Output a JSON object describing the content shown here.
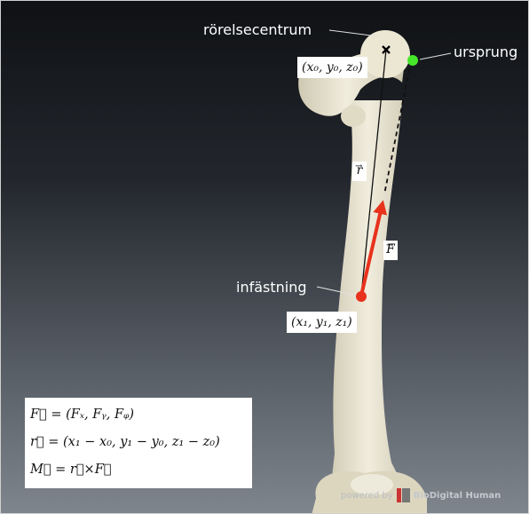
{
  "labels": {
    "center_of_motion": "rörelsecentrum",
    "origin": "ursprung",
    "insertion": "infästning"
  },
  "coordinates": {
    "center": "(x₀, y₀, z₀)",
    "insertion": "(x₁, y₁, z₁)"
  },
  "vectors": {
    "r": "r",
    "F": "F",
    "arrow": "→"
  },
  "formulas": {
    "force": "F⃗ = (Fₓ, Fᵧ, Fᵩ)",
    "position": "r⃗ = (x₁ − x₀, y₁ − y₀, z₁ − z₀)",
    "moment": "M⃗ = r⃗×F⃗"
  },
  "watermark": {
    "prefix": "powered by",
    "brand": "BioDigital Human"
  },
  "colors": {
    "force_arrow": "#e8321c",
    "origin_point": "#46e62a",
    "insertion_point": "#e8321c",
    "bone": "#e7e2cf"
  }
}
